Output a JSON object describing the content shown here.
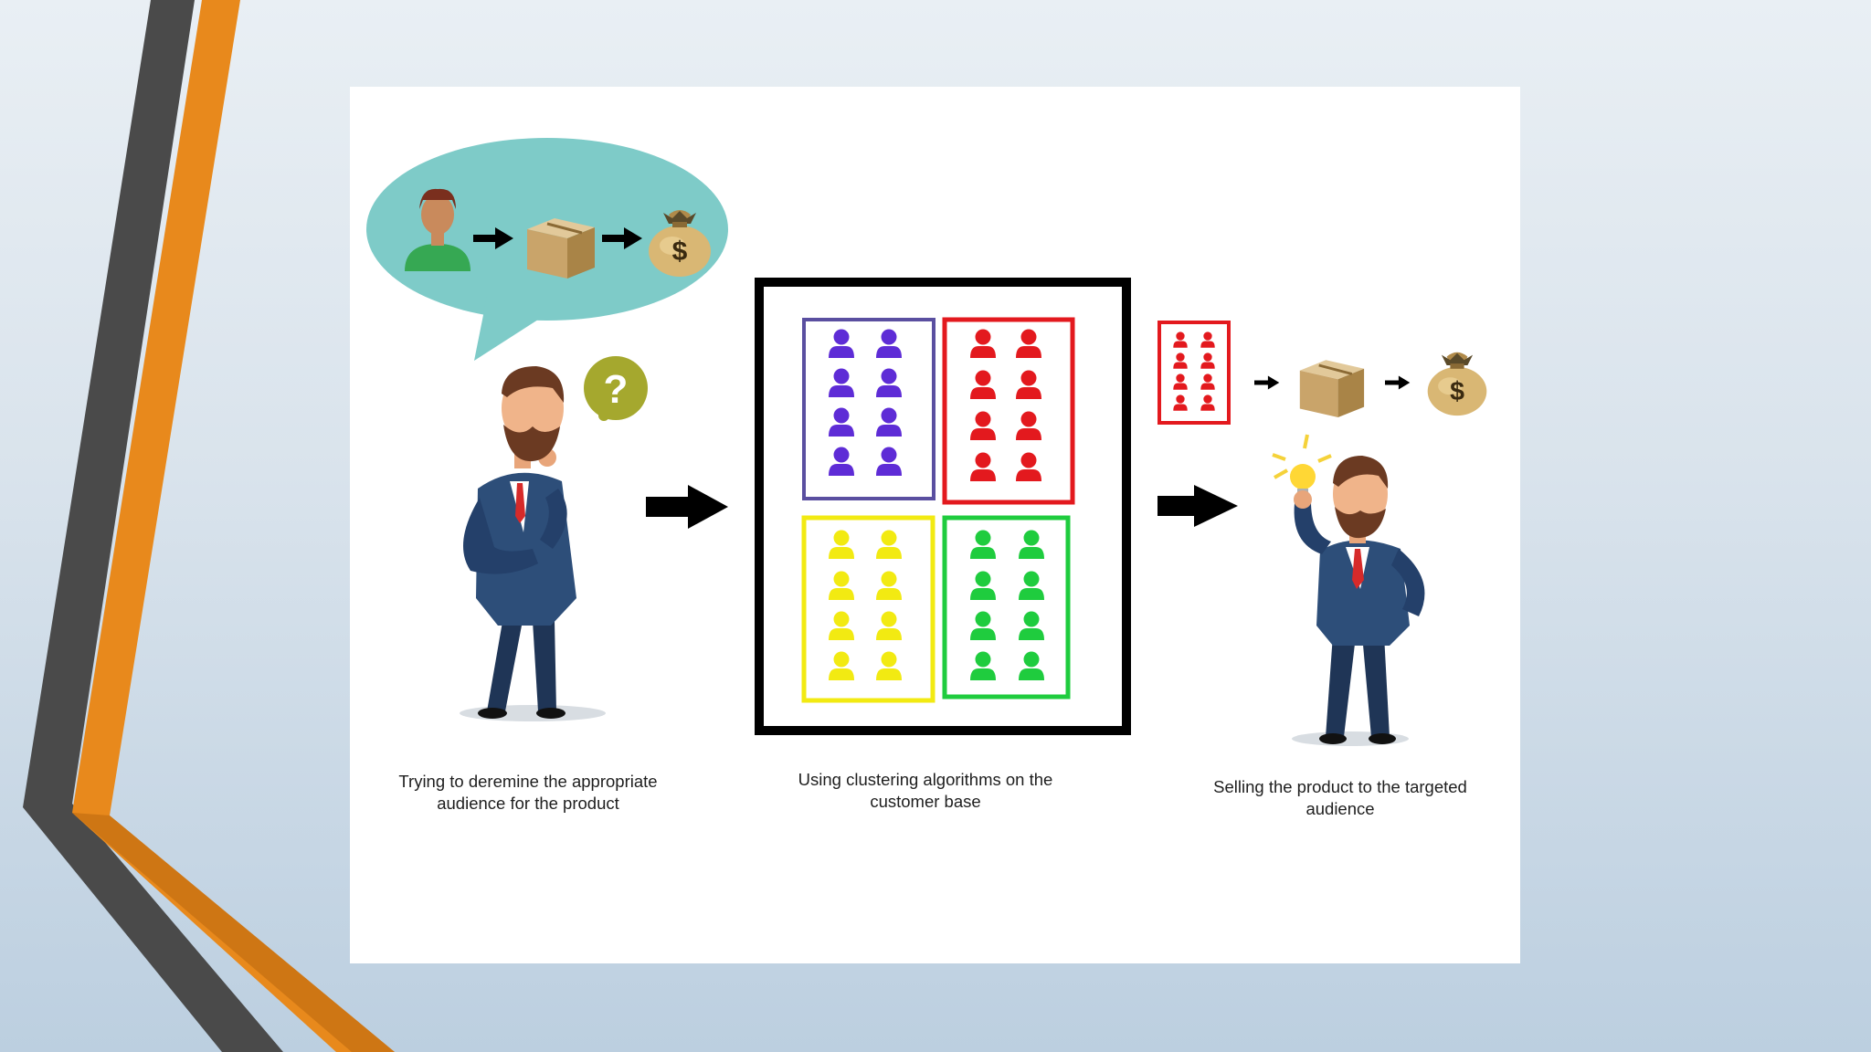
{
  "captions": {
    "step1": "Trying to deremine the appropriate audience for the product",
    "step2": "Using clustering algorithms on the customer base",
    "step3": "Selling the product to the targeted audience"
  },
  "icons": {
    "question": "?",
    "dollar": "$"
  },
  "colors": {
    "accent_orange": "#E8891C",
    "accent_gray": "#4a4a4a",
    "bubble_teal": "#7ECBC8",
    "cluster_purple": "#5E2CD6",
    "cluster_red": "#E3191E",
    "cluster_yellow": "#F2EA12",
    "cluster_green": "#1FCC3E"
  }
}
